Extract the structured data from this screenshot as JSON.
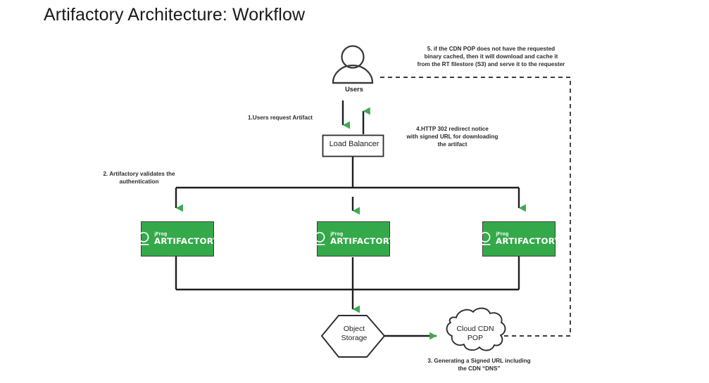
{
  "page": {
    "title": "Artifactory Architecture: Workflow",
    "background_color": "#ffffff",
    "accent_green": "#34a949",
    "line_color": "#2b2b2b"
  },
  "nodes": {
    "users": {
      "label": "Users",
      "icon": "user-person-icon"
    },
    "load_balancer": {
      "label": "Load Balancer",
      "shape": "rectangle"
    },
    "artifactory_left": {
      "brand_small": "jFrog",
      "brand_large": "ARTIFACTORY",
      "icon": "jfrog-logo-icon",
      "shape": "rectangle",
      "fill": "#34a949"
    },
    "artifactory_center": {
      "brand_small": "jFrog",
      "brand_large": "ARTIFACTORY",
      "icon": "jfrog-logo-icon",
      "shape": "rectangle",
      "fill": "#34a949"
    },
    "artifactory_right": {
      "brand_small": "jFrog",
      "brand_large": "ARTIFACTORY",
      "icon": "jfrog-logo-icon",
      "shape": "rectangle",
      "fill": "#34a949"
    },
    "object_storage": {
      "label": "Object\nStorage",
      "shape": "hexagon"
    },
    "cloud_cdn_pop": {
      "label": "Cloud CDN\nPOP",
      "shape": "cloud"
    }
  },
  "annotations": {
    "step1": "1.Users request Artifact",
    "step2": "2. Artifactory validates the\nauthentication",
    "step3": "3. Generating a Signed URL including\nthe CDN “DNS”",
    "step4": "4.HTTP 302 redirect notice\nwith signed URL for downloading\nthe artifact",
    "step5": "5. if the CDN POP does not have the requested\nbinary cached, then it will download and cache it\nfrom the RT filestore (S3) and serve it to the requester"
  }
}
